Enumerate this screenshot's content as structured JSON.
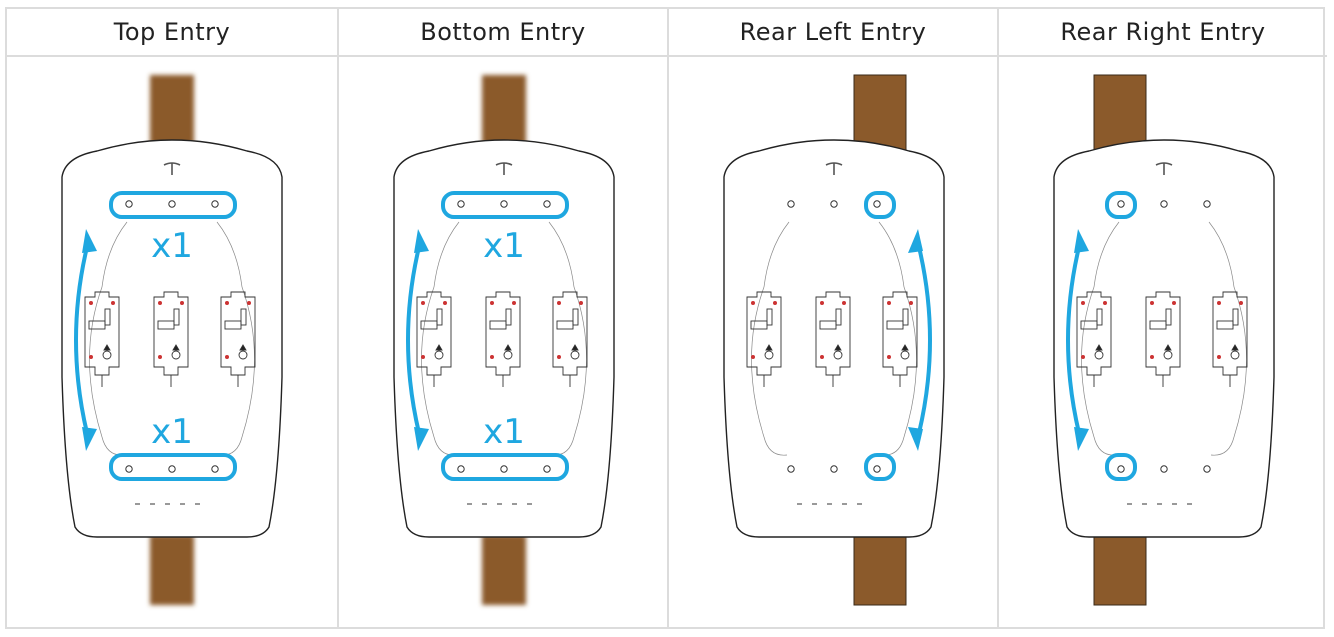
{
  "accent_color": "#1fa7e0",
  "wood_color": "#8b5a2b",
  "panels": [
    {
      "id": "top",
      "title": "Top Entry",
      "conduit": "top-bottom-blurred",
      "highlight": "bars",
      "arrow": "left",
      "labels": [
        "x1",
        "x1"
      ]
    },
    {
      "id": "bottom",
      "title": "Bottom Entry",
      "conduit": "top-bottom-blurred",
      "highlight": "bars",
      "arrow": "left",
      "labels": [
        "x1",
        "x1"
      ]
    },
    {
      "id": "rear-left",
      "title": "Rear Left Entry",
      "conduit": "solid",
      "highlight": "right-holes",
      "arrow": "right",
      "labels": []
    },
    {
      "id": "rear-right",
      "title": "Rear Right Entry",
      "conduit": "solid",
      "highlight": "left-holes",
      "arrow": "left",
      "labels": []
    }
  ]
}
